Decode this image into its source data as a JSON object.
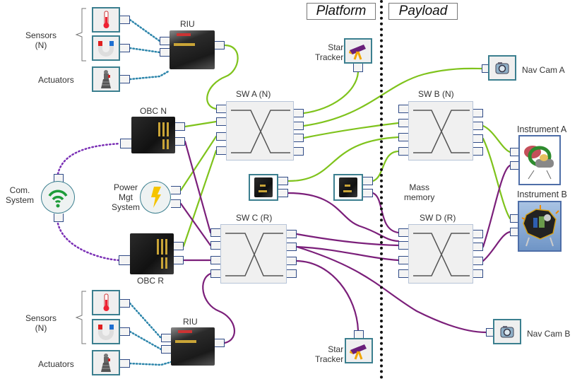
{
  "regions": {
    "platform": "Platform",
    "payload": "Payload"
  },
  "nodes": {
    "riu_top": {
      "label": "RIU"
    },
    "riu_bottom": {
      "label": "RIU"
    },
    "sensors_top": {
      "label_line1": "Sensors",
      "label_line2": "(N)"
    },
    "sensors_bottom": {
      "label_line1": "Sensors",
      "label_line2": "(N)"
    },
    "actuators_top": {
      "label": "Actuators"
    },
    "actuators_bottom": {
      "label": "Actuators"
    },
    "obc_n": {
      "label": "OBC N"
    },
    "obc_r": {
      "label": "OBC R"
    },
    "com_system": {
      "label_line1": "Com.",
      "label_line2": "System"
    },
    "power_mgt": {
      "label_line1": "Power",
      "label_line2": "Mgt",
      "label_line3": "System"
    },
    "sw_a": {
      "label": "SW A (N)"
    },
    "sw_b": {
      "label": "SW B (N)"
    },
    "sw_c": {
      "label": "SW C (R)"
    },
    "sw_d": {
      "label": "SW D (R)"
    },
    "star_tracker_top": {
      "label_line1": "Star",
      "label_line2": "Tracker"
    },
    "star_tracker_bottom": {
      "label_line1": "Star",
      "label_line2": "Tracker"
    },
    "nav_cam_a": {
      "label": "Nav Cam A"
    },
    "nav_cam_b": {
      "label": "Nav Cam B"
    },
    "instrument_a": {
      "label": "Instrument A"
    },
    "instrument_b": {
      "label": "Instrument B"
    },
    "mass_memory": {
      "label_line1": "Mass",
      "label_line2": "memory"
    }
  },
  "colors": {
    "nominal_link": "#7fc31c",
    "redundant_link": "#7b1f7a",
    "sensor_link": "#2e86ab",
    "com_link": "#7a2fb5",
    "port_border": "#2f4a86",
    "icon_border": "#3b7f8f"
  },
  "links": [
    {
      "id": "riu-top-to-swa",
      "type": "nominal"
    },
    {
      "id": "obcn-to-swa",
      "type": "nominal"
    },
    {
      "id": "pmgt-to-swa",
      "type": "nominal"
    },
    {
      "id": "obcr-to-swa",
      "type": "nominal"
    },
    {
      "id": "swa-to-star-top",
      "type": "nominal"
    },
    {
      "id": "swa-to-navcama",
      "type": "nominal"
    },
    {
      "id": "swa-to-swb",
      "type": "nominal"
    },
    {
      "id": "mm1-to-swb",
      "type": "nominal"
    },
    {
      "id": "mm2-to-swb",
      "type": "nominal"
    },
    {
      "id": "swb-to-insta",
      "type": "nominal"
    },
    {
      "id": "swb-to-instb",
      "type": "nominal"
    },
    {
      "id": "obcn-to-swc",
      "type": "redundant"
    },
    {
      "id": "pmgt-to-swc",
      "type": "redundant"
    },
    {
      "id": "obcr-to-swc",
      "type": "redundant"
    },
    {
      "id": "riu-bottom-to-swc",
      "type": "redundant"
    },
    {
      "id": "swc-to-swd-1",
      "type": "redundant"
    },
    {
      "id": "swc-to-swd-2",
      "type": "redundant"
    },
    {
      "id": "swc-to-star-bottom",
      "type": "redundant"
    },
    {
      "id": "swc-to-navcamb",
      "type": "redundant"
    },
    {
      "id": "mm1-to-swd",
      "type": "redundant"
    },
    {
      "id": "mm2-to-swd",
      "type": "redundant"
    },
    {
      "id": "swd-to-insta",
      "type": "redundant"
    },
    {
      "id": "swd-to-instb",
      "type": "redundant"
    },
    {
      "id": "com-to-obcn",
      "type": "com"
    },
    {
      "id": "com-to-obcr",
      "type": "com"
    },
    {
      "id": "sensor-top-1",
      "type": "sensor"
    },
    {
      "id": "sensor-top-2",
      "type": "sensor"
    },
    {
      "id": "actuator-top",
      "type": "sensor"
    },
    {
      "id": "sensor-bottom-1",
      "type": "sensor"
    },
    {
      "id": "sensor-bottom-2",
      "type": "sensor"
    },
    {
      "id": "actuator-bottom",
      "type": "sensor"
    }
  ]
}
